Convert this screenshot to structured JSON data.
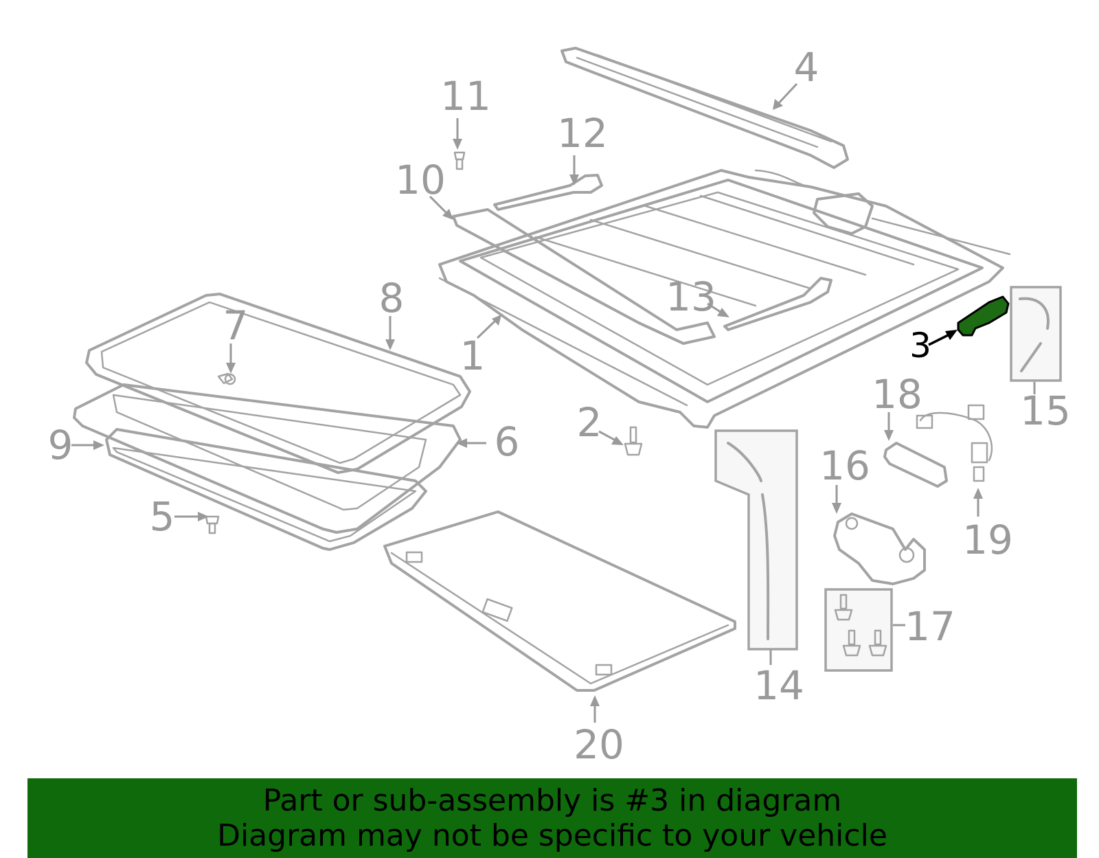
{
  "diagram": {
    "callouts": [
      {
        "id": "1",
        "label": "1"
      },
      {
        "id": "2",
        "label": "2"
      },
      {
        "id": "3",
        "label": "3",
        "highlighted": true
      },
      {
        "id": "4",
        "label": "4"
      },
      {
        "id": "5",
        "label": "5"
      },
      {
        "id": "6",
        "label": "6"
      },
      {
        "id": "7",
        "label": "7"
      },
      {
        "id": "8",
        "label": "8"
      },
      {
        "id": "9",
        "label": "9"
      },
      {
        "id": "10",
        "label": "10"
      },
      {
        "id": "11",
        "label": "11"
      },
      {
        "id": "12",
        "label": "12"
      },
      {
        "id": "13",
        "label": "13"
      },
      {
        "id": "14",
        "label": "14"
      },
      {
        "id": "15",
        "label": "15"
      },
      {
        "id": "16",
        "label": "16"
      },
      {
        "id": "17",
        "label": "17"
      },
      {
        "id": "18",
        "label": "18"
      },
      {
        "id": "19",
        "label": "19"
      },
      {
        "id": "20",
        "label": "20"
      }
    ],
    "colors": {
      "part_line": "#a3a3a3",
      "callout_text": "#9a9a9a",
      "highlight_fill": "#1d6b12",
      "banner_bg": "#0f6a0c"
    }
  },
  "banner": {
    "line1": "Part or sub-assembly is #3 in diagram",
    "line2": "Diagram may not be specific to your vehicle"
  }
}
